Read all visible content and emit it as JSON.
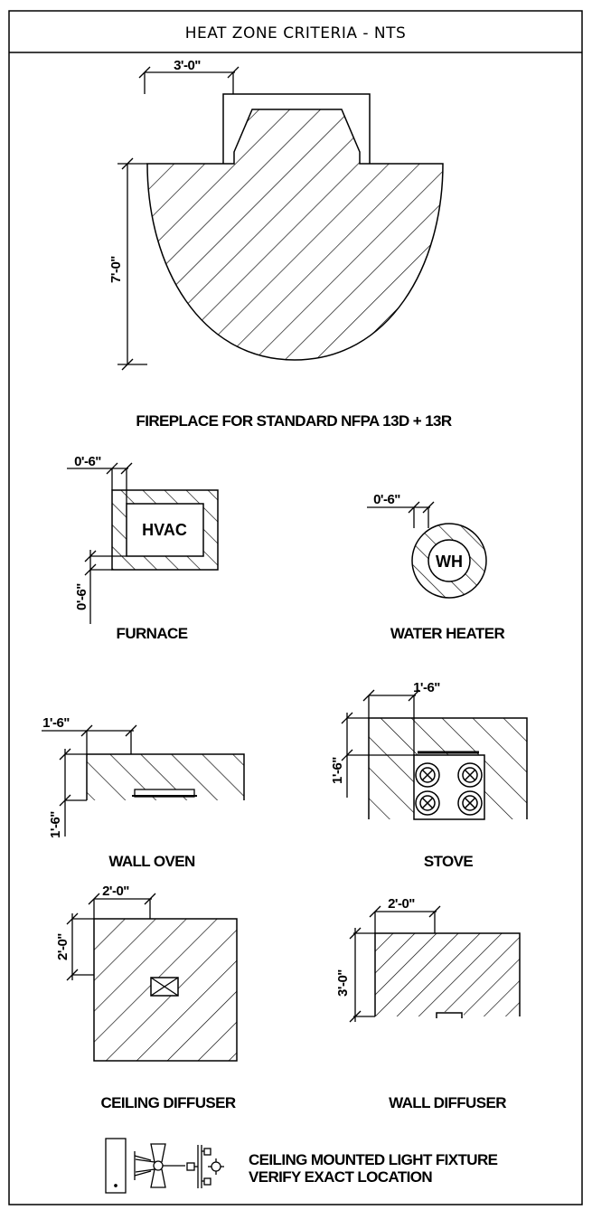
{
  "title": "HEAT ZONE CRITERIA - NTS",
  "labels": {
    "fireplace": "FIREPLACE FOR STANDARD NFPA 13D + 13R",
    "furnace": "FURNACE",
    "water_heater": "WATER HEATER",
    "wall_oven": "WALL OVEN",
    "stove": "STOVE",
    "ceiling_diffuser": "CEILING DIFFUSER",
    "wall_diffuser": "WALL DIFFUSER",
    "light_fixture_line1": "CEILING MOUNTED LIGHT FIXTURE",
    "light_fixture_line2": "VERIFY EXACT LOCATION"
  },
  "inner_text": {
    "hvac": "HVAC",
    "wh": "WH"
  },
  "dimensions": {
    "fireplace_width": "3'-0\"",
    "fireplace_height": "7'-0\"",
    "furnace_top": "0'-6\"",
    "furnace_side": "0'-6\"",
    "water_heater": "0'-6\"",
    "oven_width": "1'-6\"",
    "oven_height": "1'-6\"",
    "stove_width": "1'-6\"",
    "stove_height": "1'-6\"",
    "ceiling_diffuser_width": "2'-0\"",
    "ceiling_diffuser_height": "2'-0\"",
    "wall_diffuser_width": "2'-0\"",
    "wall_diffuser_height": "3'-0\""
  }
}
